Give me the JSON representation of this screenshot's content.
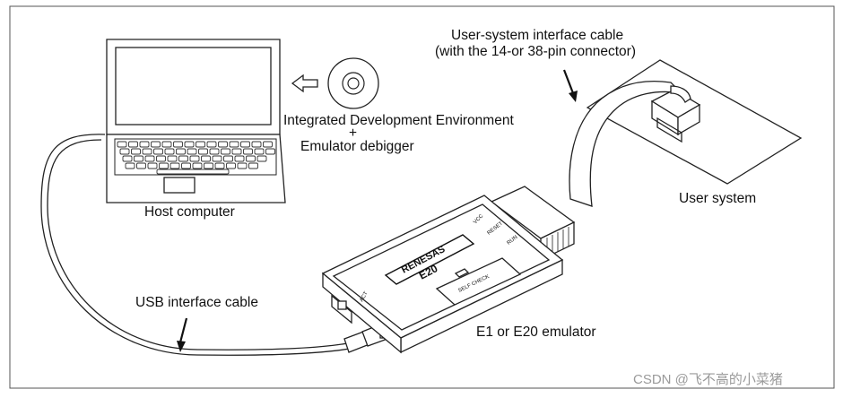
{
  "labels": {
    "host_computer": "Host computer",
    "ide_line1": "Integrated Development Environment",
    "ide_plus": "+",
    "ide_line2": "Emulator debigger",
    "cable_title_line1": "User-system interface cable",
    "cable_title_line2": "(with the 14-or 38-pin connector)",
    "user_system": "User system",
    "usb_cable": "USB interface cable",
    "emulator": "E1 or E20 emulator"
  },
  "emulator_markings": {
    "brand": "RENESAS",
    "model": "E20",
    "led_vcc": "VCC",
    "led_reset": "RESET",
    "led_run": "RUN",
    "self_check": "SELF CHECK",
    "act": "ACT"
  },
  "watermark": "CSDN @飞不高的小菜猪"
}
